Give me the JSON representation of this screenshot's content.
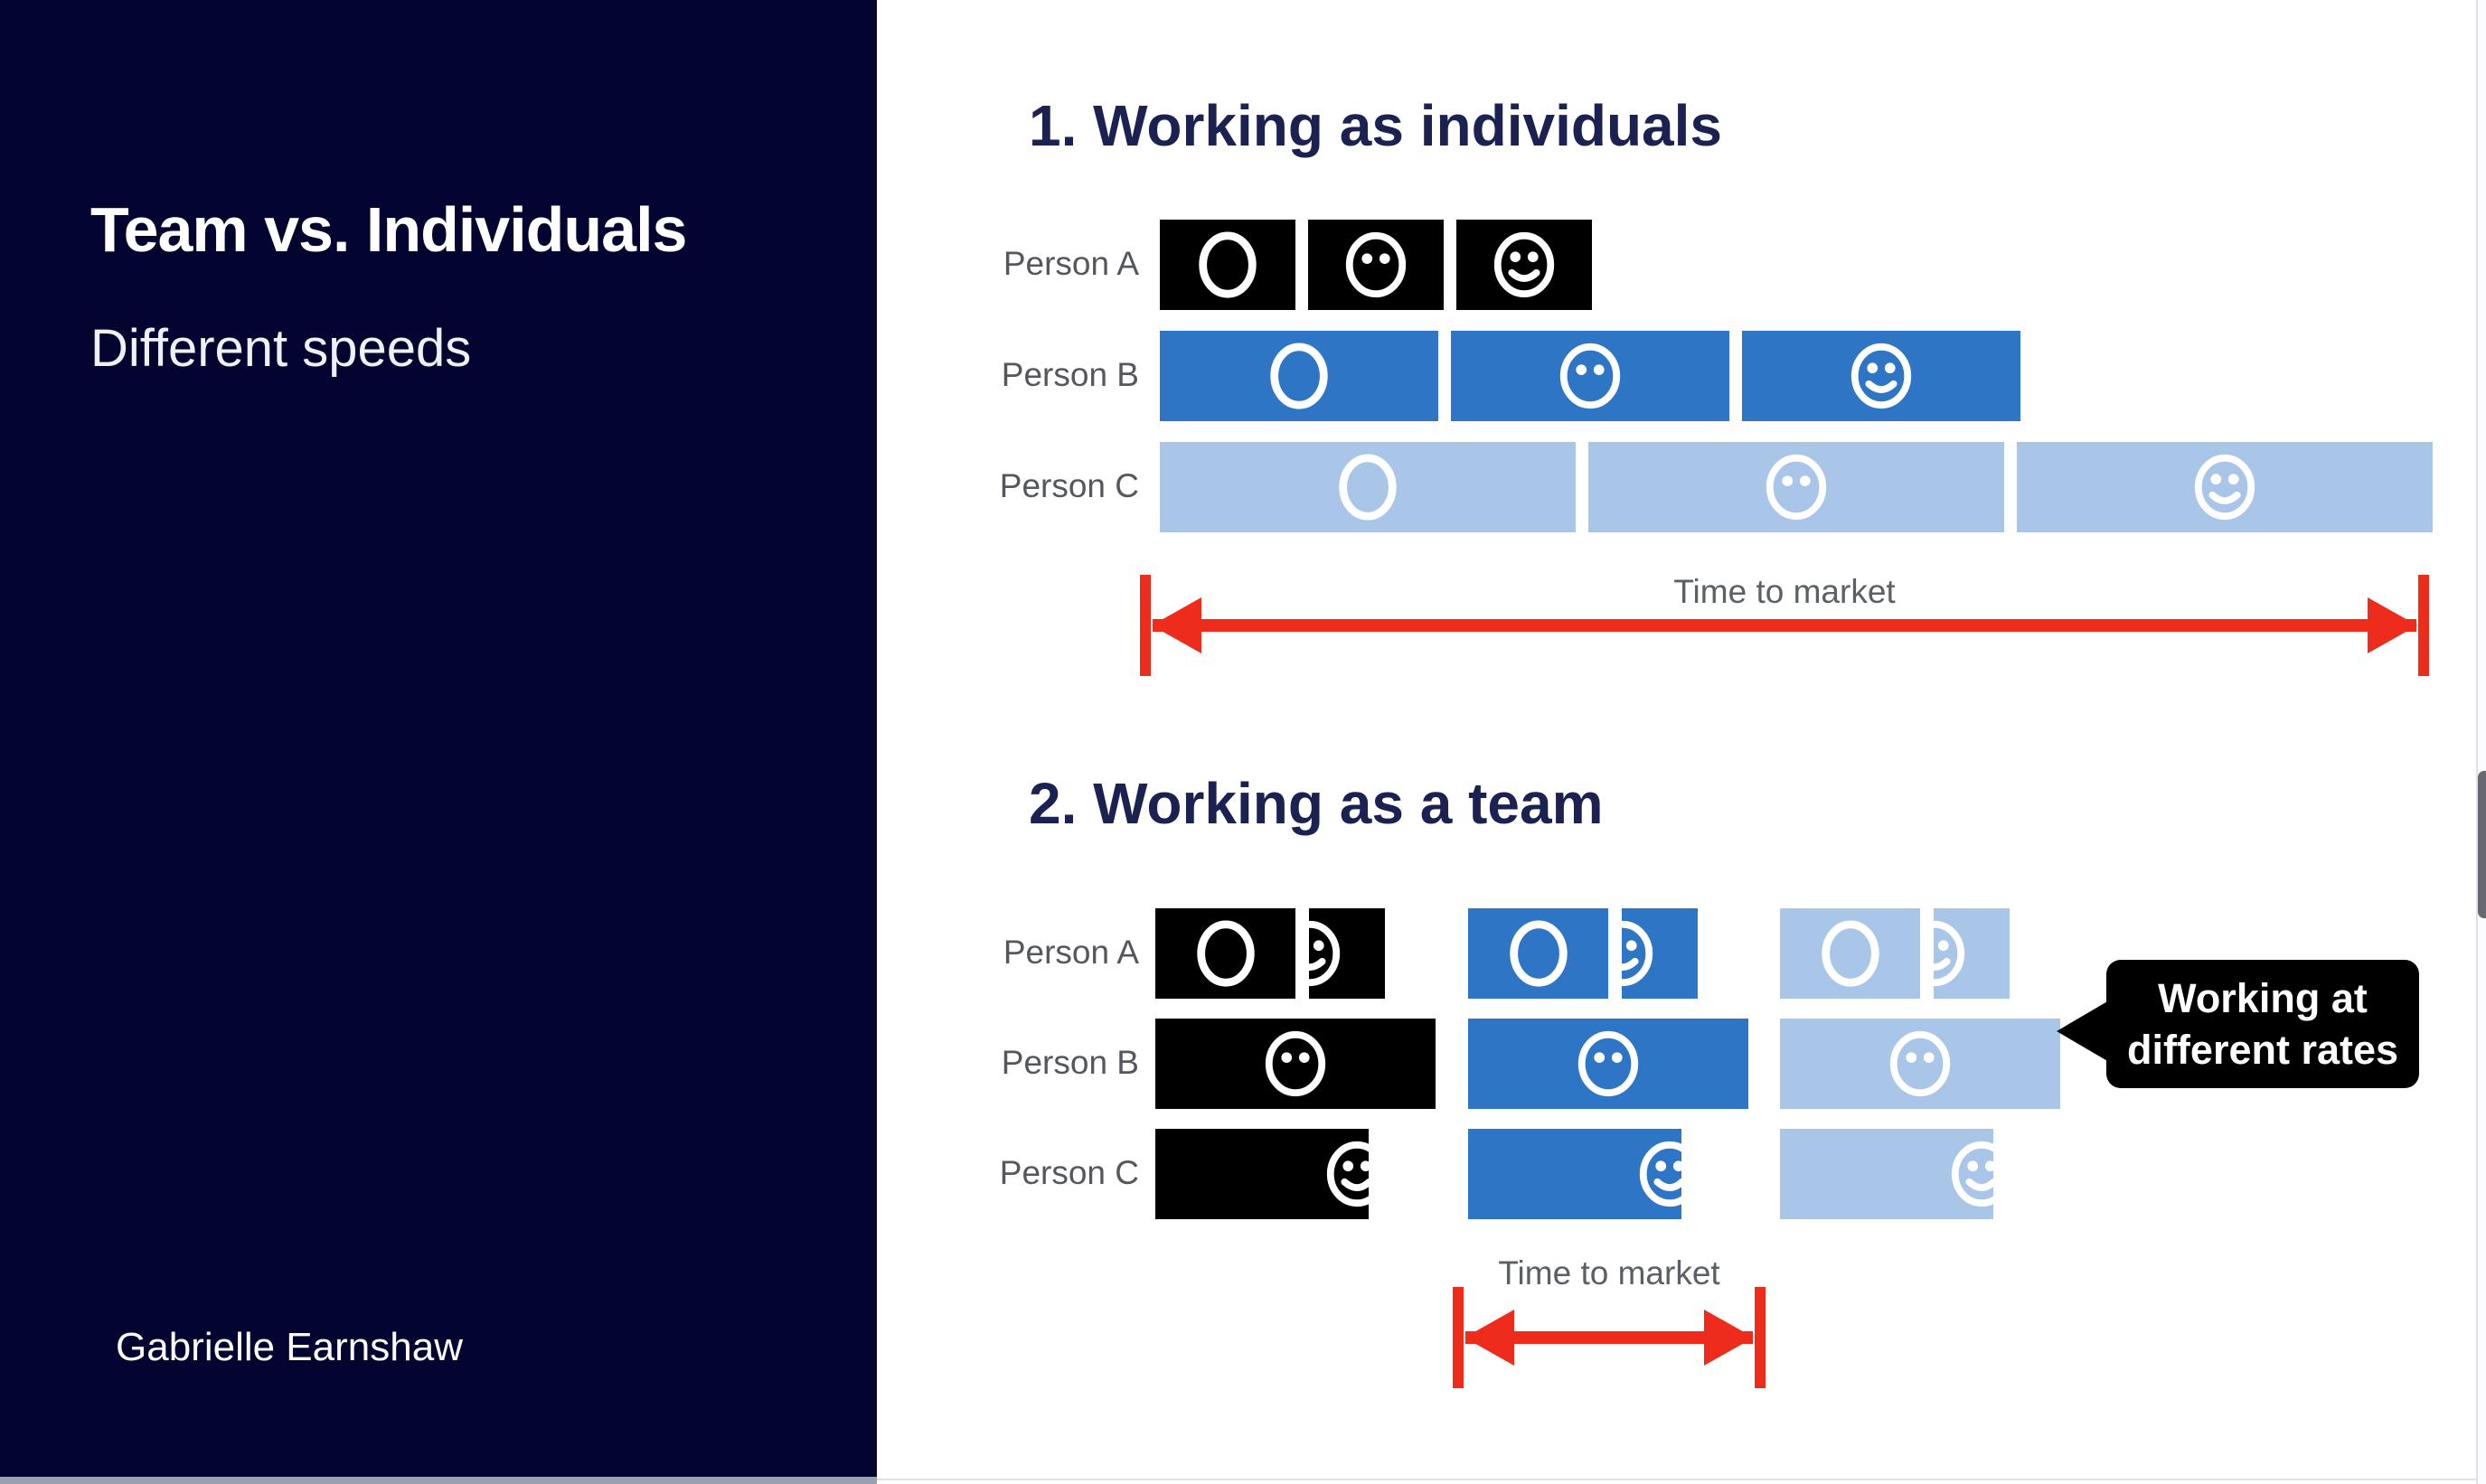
{
  "sidebar": {
    "title": "Team vs. Individuals",
    "subtitle": "Different speeds",
    "author": "Gabrielle Earnshaw",
    "bg_color": "#03042f"
  },
  "sections": [
    {
      "heading": "1. Working as individuals",
      "rows": [
        {
          "label": "Person A",
          "color_name": "black",
          "color": "#000000",
          "task_count": 3,
          "icons": [
            "circle-icon",
            "neutral-face-icon",
            "smiley-icon"
          ],
          "relative_task_width": 1
        },
        {
          "label": "Person B",
          "color_name": "medium-blue",
          "color": "#2f75c5",
          "task_count": 3,
          "icons": [
            "circle-icon",
            "neutral-face-icon",
            "smiley-icon"
          ],
          "relative_task_width": 2
        },
        {
          "label": "Person C",
          "color_name": "light-blue",
          "color": "#a9c6e8",
          "task_count": 3,
          "icons": [
            "circle-icon",
            "neutral-face-icon",
            "smiley-icon"
          ],
          "relative_task_width": 3
        }
      ],
      "arrow_label": "Time to market"
    },
    {
      "heading": "2. Working as a team",
      "rows": [
        {
          "label": "Person A",
          "segment_icons": [
            "circle-icon",
            "half-smiley-icon"
          ],
          "feature_colors": [
            "#000000",
            "#2f75c5",
            "#a9c6e8"
          ]
        },
        {
          "label": "Person B",
          "segment_icons": [
            "neutral-face-icon"
          ],
          "feature_colors": [
            "#000000",
            "#2f75c5",
            "#a9c6e8"
          ]
        },
        {
          "label": "Person C",
          "segment_icons": [
            "clipped-smiley-icon"
          ],
          "feature_colors": [
            "#000000",
            "#2f75c5",
            "#a9c6e8"
          ]
        }
      ],
      "arrow_label": "Time to market",
      "callout": {
        "lines": [
          "Working at",
          "different rates"
        ],
        "bg": "#000000"
      }
    }
  ],
  "colors": {
    "sidebar_bg": "#03042f",
    "heading_navy": "#1b2150",
    "bar_black": "#000000",
    "bar_medium_blue": "#2f75c5",
    "bar_light_blue": "#a9c6e8",
    "arrow_red": "#ee2c1b",
    "label_gray": "#54575e"
  },
  "scrollbar": {
    "present": true,
    "thumb_color": "#66696f"
  }
}
